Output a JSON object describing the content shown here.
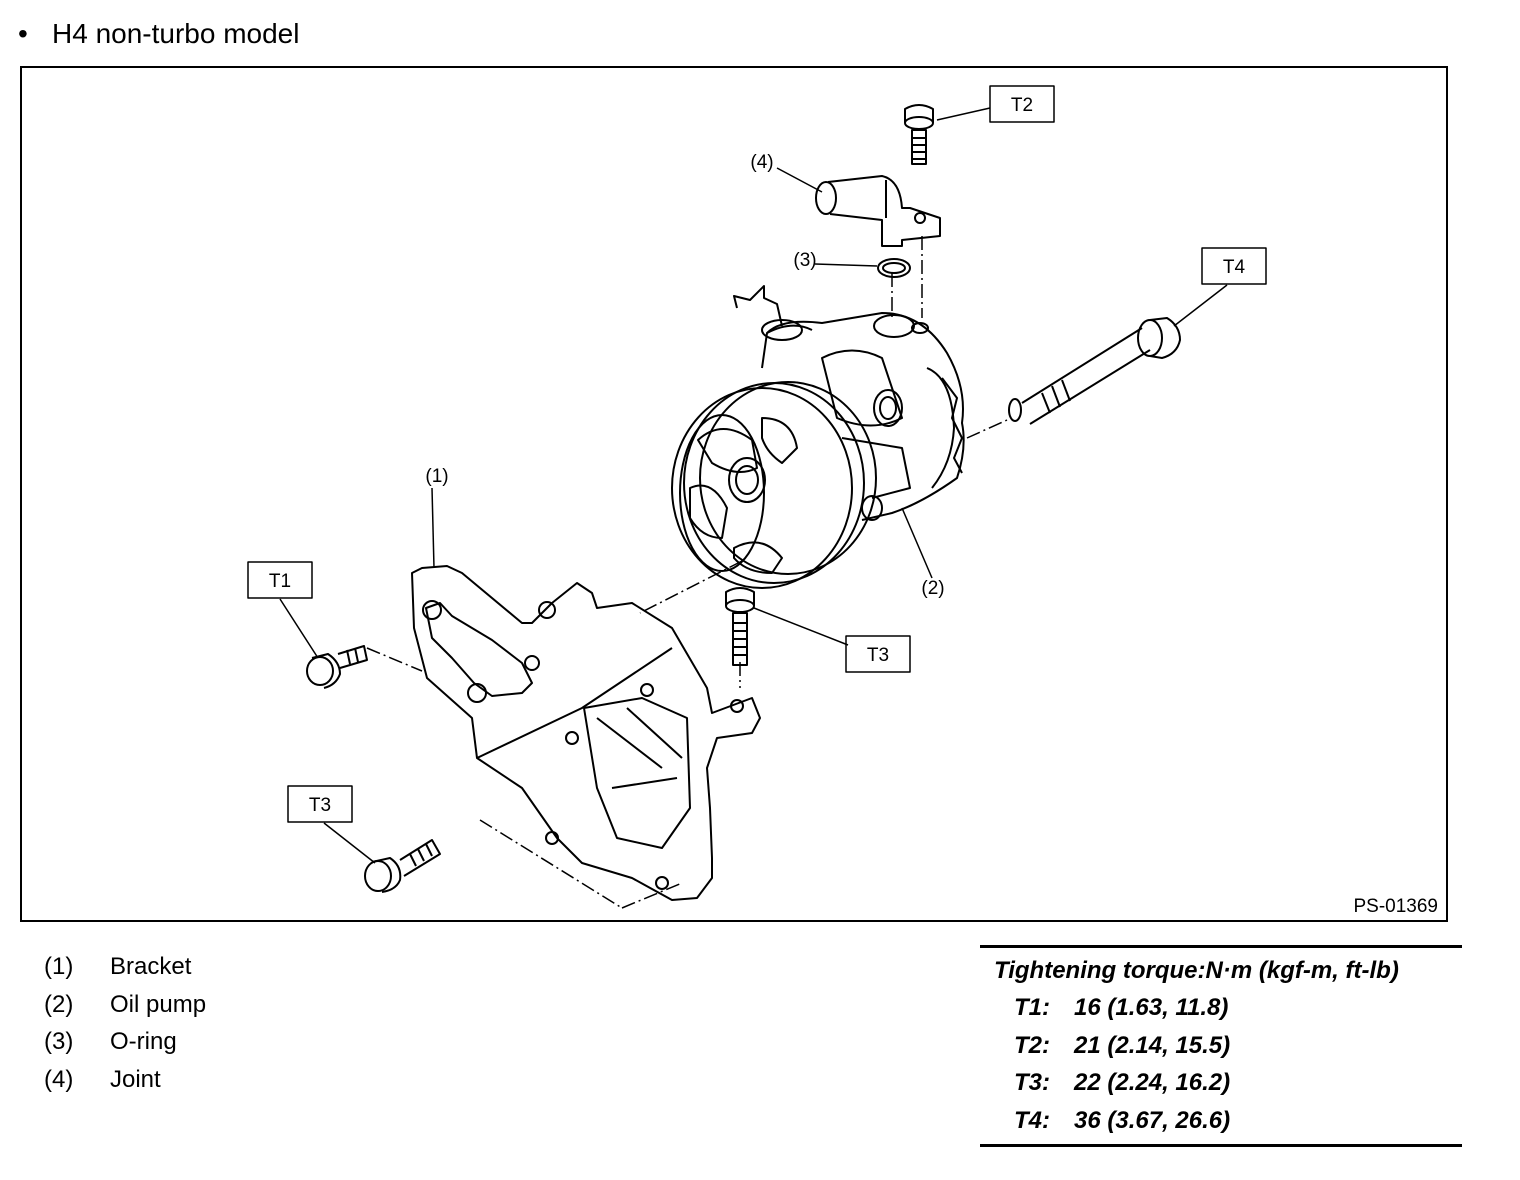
{
  "heading": {
    "bullet": "•",
    "text": "H4 non-turbo model"
  },
  "figure": {
    "id": "PS-01369",
    "callouts": {
      "bracket": "(1)",
      "oil_pump": "(2)",
      "o_ring": "(3)",
      "joint": "(4)"
    },
    "torque_tags": {
      "t1": "T1",
      "t2": "T2",
      "t3_upper": "T3",
      "t3_lower": "T3",
      "t4": "T4"
    }
  },
  "legend": [
    {
      "num": "(1)",
      "label": "Bracket"
    },
    {
      "num": "(2)",
      "label": "Oil pump"
    },
    {
      "num": "(3)",
      "label": "O-ring"
    },
    {
      "num": "(4)",
      "label": "Joint"
    }
  ],
  "torque": {
    "title": "Tightening torque:N·m (kgf-m, ft-lb)",
    "rows": [
      {
        "key": "T1:",
        "value": "16 (1.63, 11.8)"
      },
      {
        "key": "T2:",
        "value": "21 (2.14, 15.5)"
      },
      {
        "key": "T3:",
        "value": "22 (2.24, 16.2)"
      },
      {
        "key": "T4:",
        "value": "36 (3.67, 26.6)"
      }
    ]
  }
}
